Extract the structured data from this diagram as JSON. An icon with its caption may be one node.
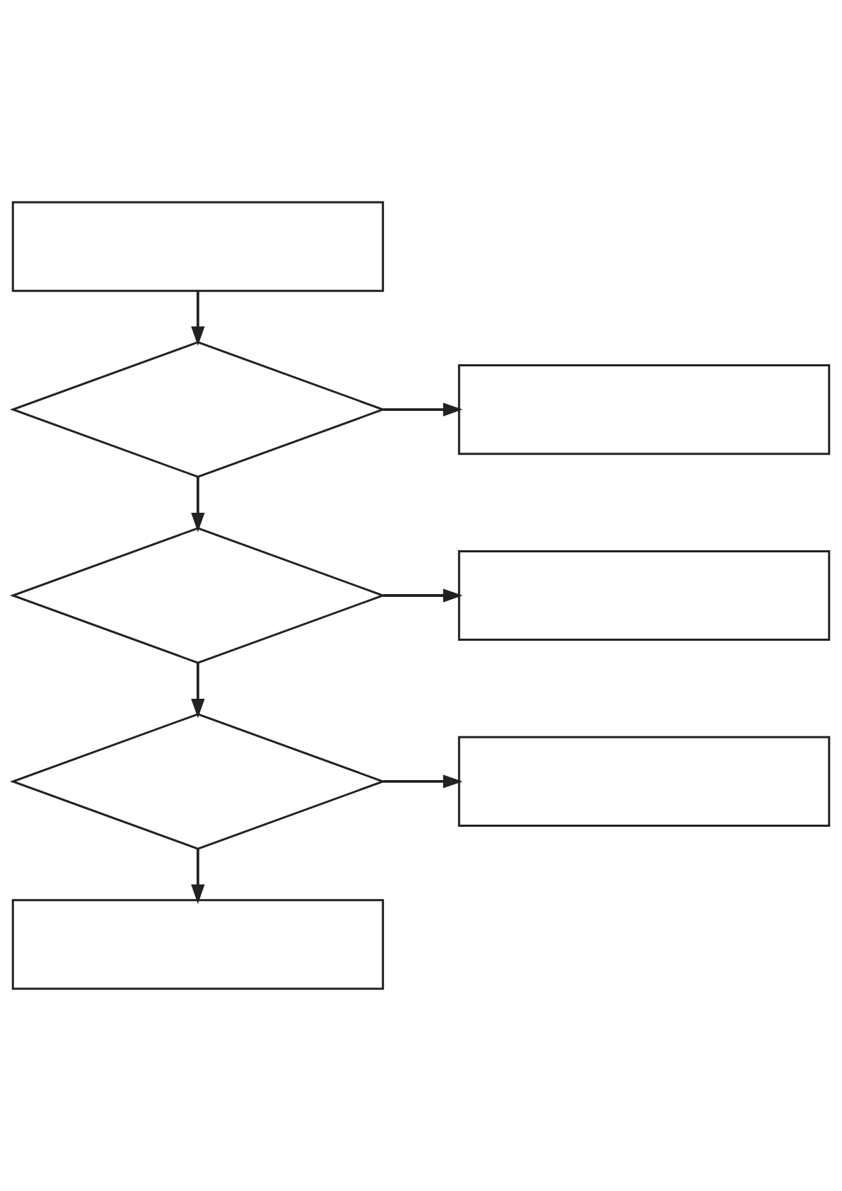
{
  "diagram": {
    "nodes": [
      {
        "text": [],
        "shape": "box"
      },
      {
        "text": [],
        "shape": "diamond"
      },
      {
        "text": [],
        "shape": "box"
      },
      {
        "text": [],
        "shape": "diamond"
      },
      {
        "text": [],
        "shape": "box"
      },
      {
        "text": [],
        "shape": "diamond"
      },
      {
        "text": [],
        "shape": "box"
      },
      {
        "text": [],
        "shape": "box"
      }
    ],
    "edges": [
      {
        "from": 0,
        "to": 1,
        "arrow": "to"
      },
      {
        "from": 1,
        "to": 2,
        "arrow": "to"
      },
      {
        "from": 1,
        "to": 3,
        "arrow": "to"
      },
      {
        "from": 3,
        "to": 4,
        "arrow": "to"
      },
      {
        "from": 3,
        "to": 5,
        "arrow": "to"
      },
      {
        "from": 5,
        "to": 6,
        "arrow": "to"
      },
      {
        "from": 5,
        "to": 7,
        "arrow": "to"
      }
    ]
  }
}
